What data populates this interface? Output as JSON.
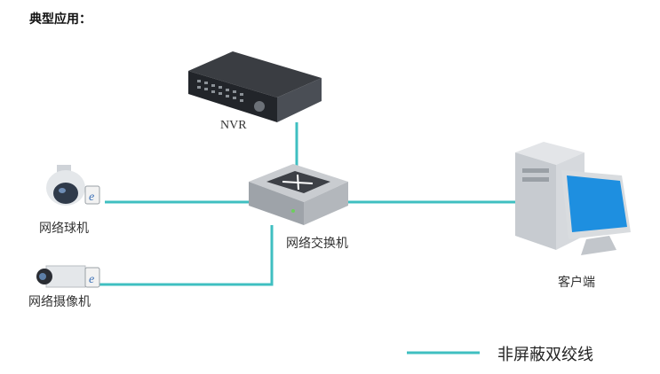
{
  "heading": "典型应用：",
  "devices": {
    "nvr": {
      "label": "NVR",
      "icon": "nvr-recorder-icon"
    },
    "dome_camera": {
      "label": "网络球机",
      "icon": "dome-camera-icon"
    },
    "switch": {
      "label": "网络交换机",
      "icon": "network-switch-icon"
    },
    "box_camera": {
      "label": "网络摄像机",
      "icon": "box-camera-icon"
    },
    "client": {
      "label": "客户端",
      "icon": "desktop-computer-icon"
    }
  },
  "legend": {
    "label": "非屏蔽双绞线",
    "color": "#3fbfc1"
  },
  "colors": {
    "cable": "#3fbfc1",
    "device_dark": "#2b2e33",
    "device_mid": "#8a8f96",
    "device_light": "#d9dcdf",
    "screen_blue": "#1e8fe0"
  }
}
